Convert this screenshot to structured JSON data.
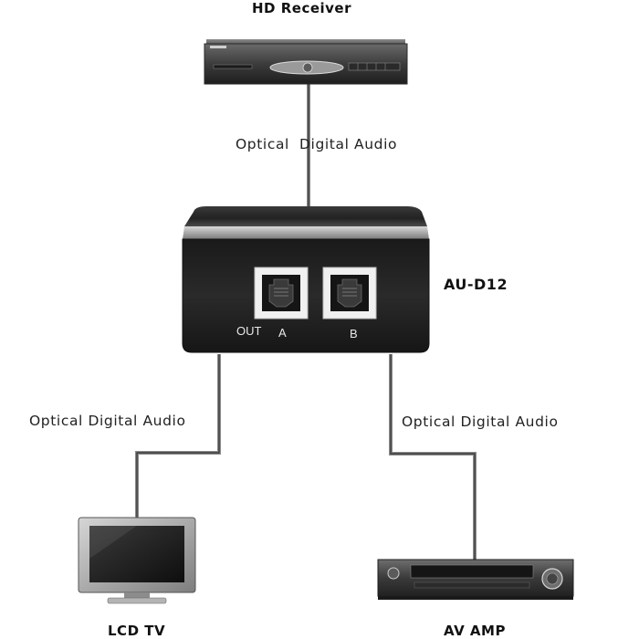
{
  "devices": {
    "receiver": {
      "label": "HD Receiver"
    },
    "splitter": {
      "label": "AU-D12",
      "out_label": "OUT",
      "port_a": "A",
      "port_b": "B"
    },
    "tv": {
      "label": "LCD TV"
    },
    "amp": {
      "label": "AV AMP"
    }
  },
  "connections": {
    "receiver_to_splitter": "Optical  Digital Audio",
    "splitter_to_tv": "Optical Digital Audio",
    "splitter_to_amp": "Optical Digital Audio"
  }
}
